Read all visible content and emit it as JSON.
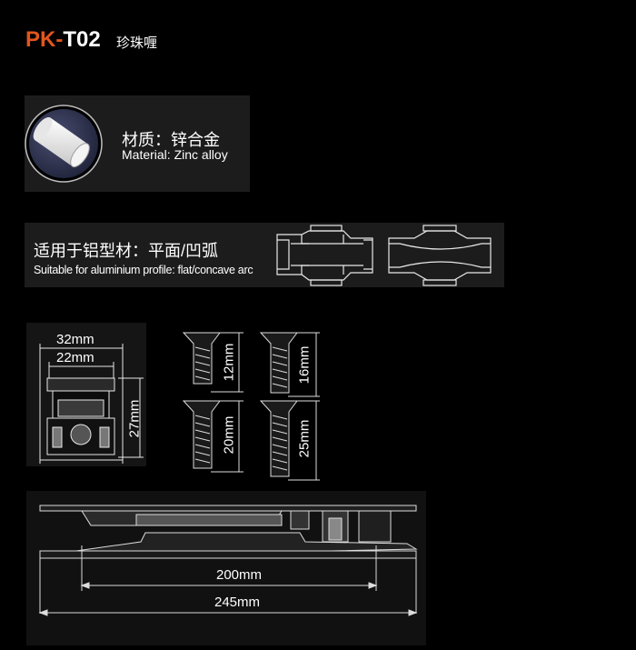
{
  "header": {
    "model_prefix": "PK",
    "model_separator": "-",
    "model_code": "T02",
    "name_cn": "珍珠喱"
  },
  "material": {
    "label_cn": "材质：锌合金",
    "label_en": "Material: Zinc alloy"
  },
  "application": {
    "label_cn": "适用于铝型材：平面/凹弧",
    "label_en": "Suitable for aluminium profile: flat/concave arc"
  },
  "front_view": {
    "outer_width": "32mm",
    "inner_width": "22mm",
    "height": "27mm"
  },
  "screws": [
    {
      "length": "12mm"
    },
    {
      "length": "16mm"
    },
    {
      "length": "20mm"
    },
    {
      "length": "25mm"
    }
  ],
  "side_view": {
    "inner_span": "200mm",
    "overall_span": "245mm"
  },
  "colors": {
    "accent": "#e2551c",
    "background": "#000000",
    "panel": "#1c1c1c"
  }
}
